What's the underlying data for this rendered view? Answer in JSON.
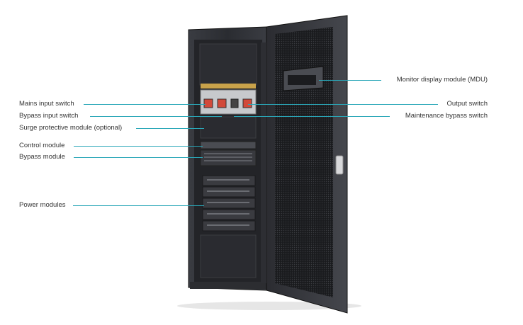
{
  "labels_left": {
    "mains_input_switch": "Mains input switch",
    "bypass_input_switch": "Bypass input switch",
    "surge_protective_module": "Surge protective module (optional)",
    "control_module": "Control module",
    "bypass_module": "Bypass module",
    "power_modules": "Power modules"
  },
  "labels_right": {
    "monitor_display_module": "Monitor display module (MDU)",
    "output_switch": "Output switch",
    "maintenance_bypass_switch": "Maintenance bypass switch"
  },
  "colors": {
    "leader_line": "#2aa7b8",
    "cabinet": "#1f2024",
    "door": "#2a2b30",
    "perforated_panel": "#151618"
  }
}
